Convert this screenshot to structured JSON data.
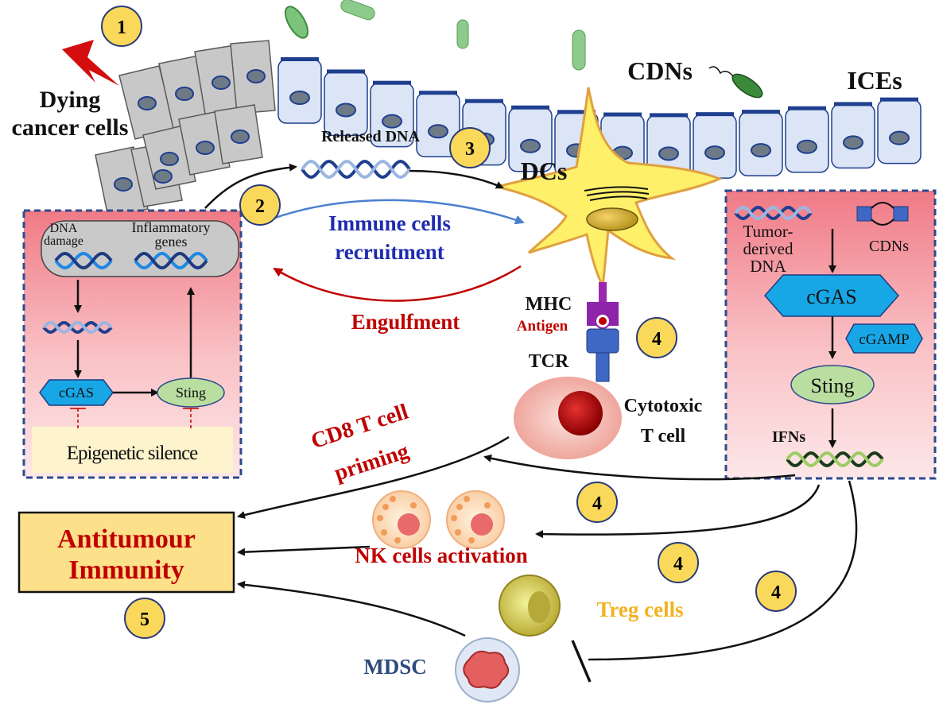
{
  "badges": {
    "b1": "1",
    "b2": "2",
    "b3": "3",
    "b4a": "4",
    "b4b": "4",
    "b4c": "4",
    "b4d": "4",
    "b5": "5"
  },
  "top": {
    "dying": "Dying",
    "cancer": "cancer cells",
    "cdns": "CDNs",
    "ices": "ICEs",
    "released_dna": "Released DNA",
    "dcs": "DCs"
  },
  "middle": {
    "immune1": "Immune cells",
    "immune2": "recruitment",
    "engulfment": "Engulfment",
    "mhc": "MHC",
    "antigen": "Antigen",
    "tcr": "TCR",
    "cytotoxic1": "Cytotoxic",
    "cytotoxic2": "T cell"
  },
  "left_panel": {
    "dna_damage1": "DNA",
    "dna_damage2": "damage",
    "inflam1": "Inflammatory",
    "inflam2": "genes",
    "cgas": "cGAS",
    "sting": "Sting",
    "epigenetic": "Epigenetic silence"
  },
  "right_panel": {
    "tumor1": "Tumor-",
    "tumor2": "derived",
    "tumor3": "DNA",
    "cdns": "CDNs",
    "cgas": "cGAS",
    "cgamp": "cGAMP",
    "sting": "Sting",
    "ifns": "IFNs"
  },
  "bottom": {
    "cd8_1": "CD8 T cell",
    "cd8_2": "priming",
    "antitumour1": "Antitumour",
    "antitumour2": "Immunity",
    "nk": "NK cells activation",
    "treg": "Treg cells",
    "mdsc": "MDSC"
  },
  "colors": {
    "badge_fill": "#f9d85a",
    "badge_stroke": "#2a3a7a",
    "dark_red": "#c00000",
    "blue_text": "#1f2cb0",
    "panel_border": "#2e4a8c",
    "box_fill": "#fde08a",
    "treg_gold": "#f2b321",
    "mdsc_blue": "#2c4a7c",
    "cgas_blue": "#17a7e6",
    "sting_green": "#b9dea0",
    "epithelium_fill": "#dbe5f5",
    "epithelium_stroke": "#1f3f8f",
    "dc_fill": "#fff06a"
  }
}
